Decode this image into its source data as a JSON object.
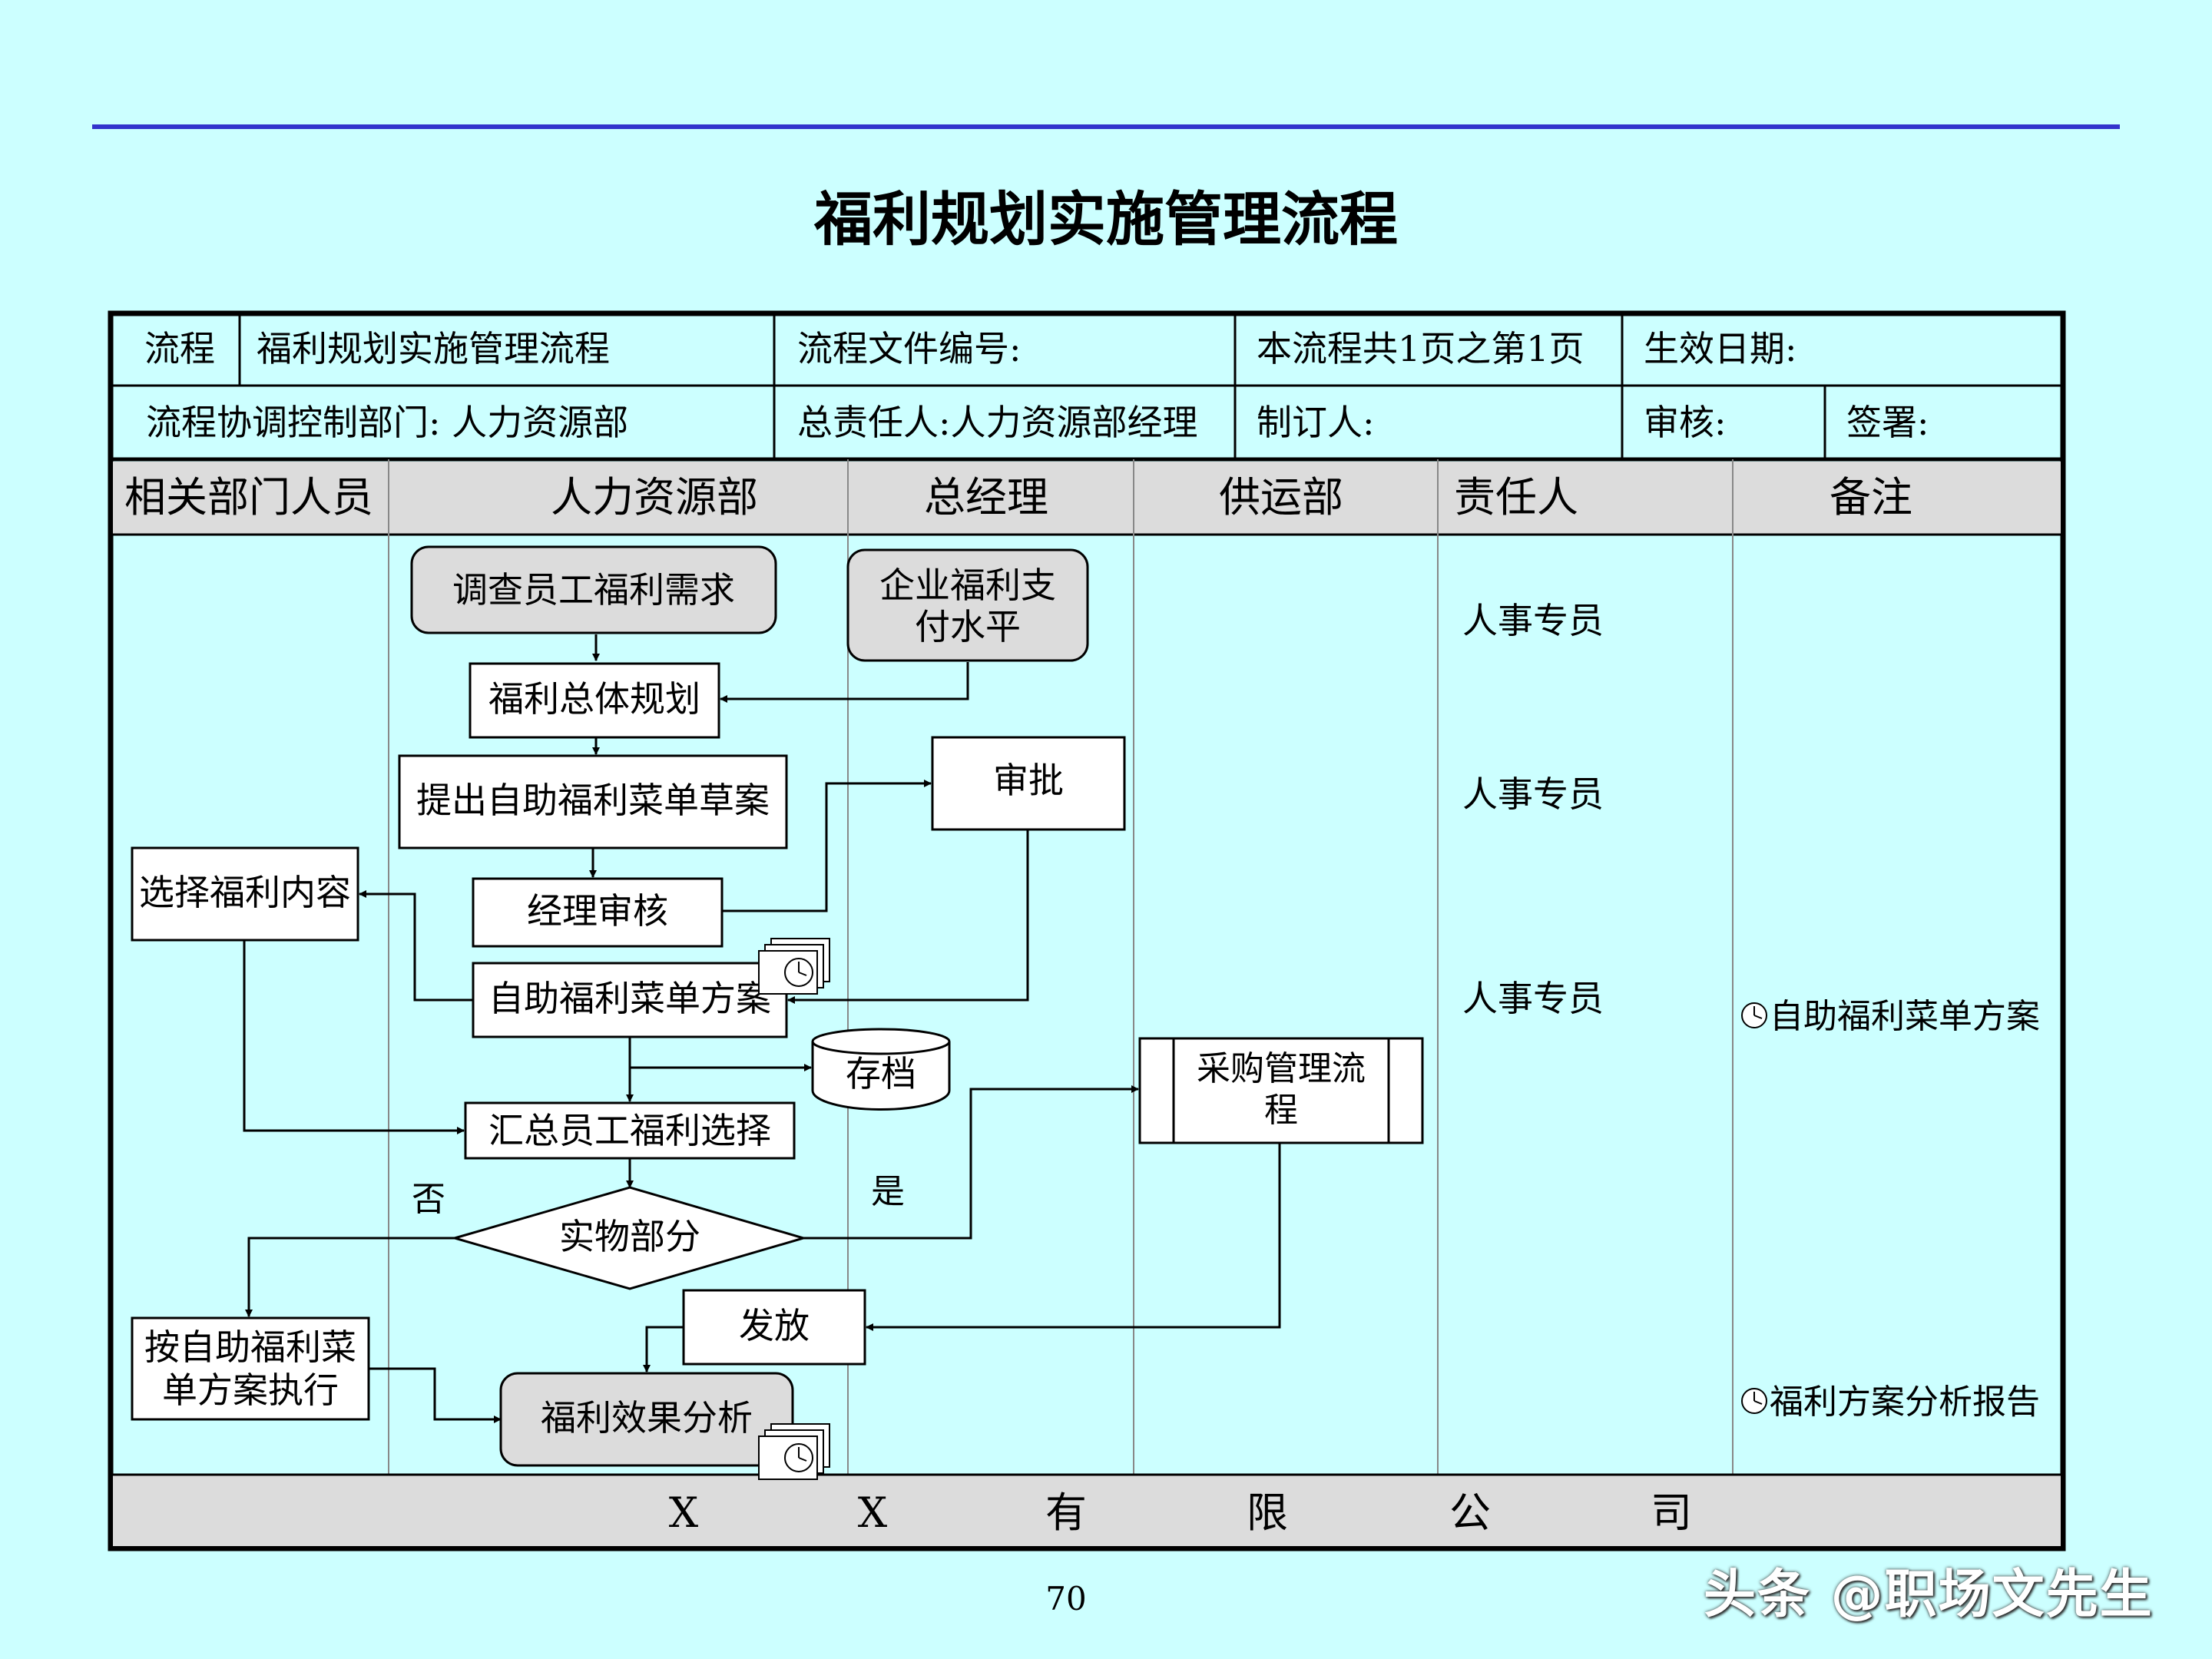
{
  "title": "福利规划实施管理流程",
  "page_number": "70",
  "watermark": "头条 @职场文先生",
  "info": {
    "flow_label": "流程",
    "flow_name": "福利规划实施管理流程",
    "file_no": "流程文件编号:",
    "pages": "本流程共1页之第1页",
    "effective": "生效日期:",
    "dept": "流程协调控制部门: 人力资源部",
    "owner": "总责任人:人力资源部经理",
    "maker": "制订人:",
    "review": "审核:",
    "sign": "签署:"
  },
  "columns": [
    "相关部门人员",
    "人力资源部",
    "总经理",
    "供运部",
    "责任人",
    "备注"
  ],
  "nodes": {
    "survey": "调查员工福利需求",
    "pay_level": [
      "企业福利支",
      "付水平"
    ],
    "plan": "福利总体规划",
    "draft": "提出自助福利菜单草案",
    "approve": "审批",
    "mgr_review": "经理审核",
    "menu_plan": "自助福利菜单方案",
    "choose": "选择福利内容",
    "archive": "存档",
    "procure": [
      "采购管理流",
      "程"
    ],
    "summary": "汇总员工福利选择",
    "physical": "实物部分",
    "yes": "是",
    "no": "否",
    "issue": "发放",
    "execute": [
      "按自助福利菜",
      "单方案执行"
    ],
    "analysis": "福利效果分析"
  },
  "responsible": [
    "人事专员",
    "人事专员",
    "人事专员"
  ],
  "notes": [
    "自助福利菜单方案",
    "福利方案分析报告"
  ],
  "footer": [
    "X",
    "X",
    "有",
    "限",
    "公",
    "司"
  ],
  "colors": {
    "background": "#ccffff",
    "header_row": "#dcdcdc",
    "rule": "#3333cc",
    "rounded_box": "#dcdcdc"
  }
}
